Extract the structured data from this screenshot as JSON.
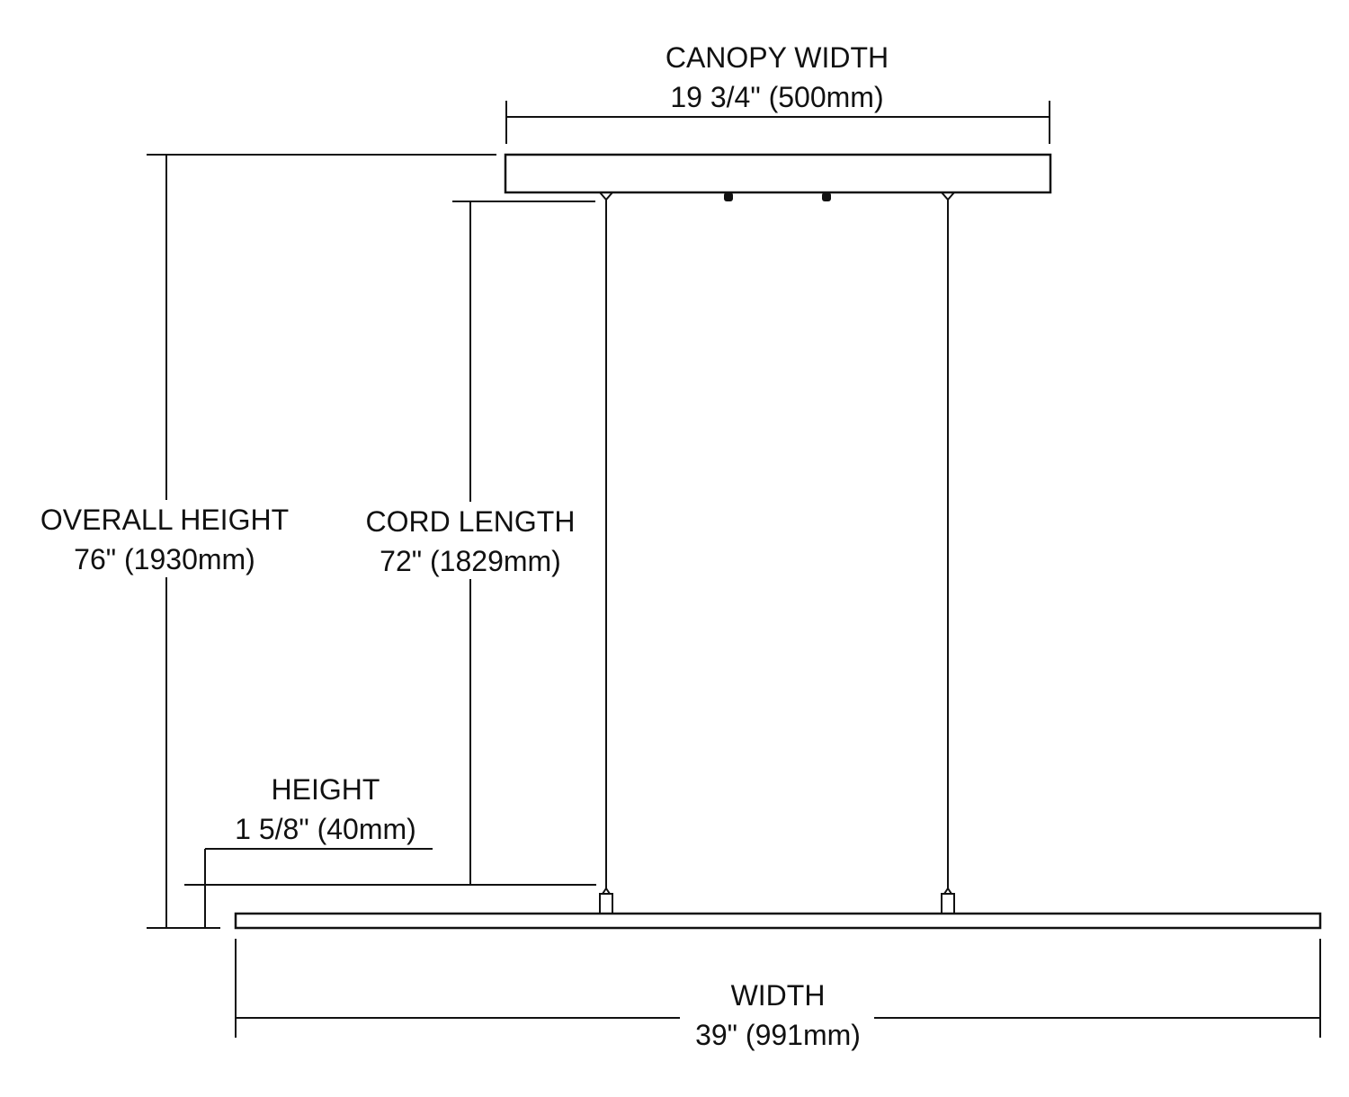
{
  "canopy": {
    "title": "CANOPY WIDTH",
    "value": "19 3/4\" (500mm)"
  },
  "overall_height": {
    "title": "OVERALL HEIGHT",
    "value": "76\" (1930mm)"
  },
  "cord_length": {
    "title": "CORD LENGTH",
    "value": "72\" (1829mm)"
  },
  "height": {
    "title": "HEIGHT",
    "value": "1 5/8\" (40mm)"
  },
  "width": {
    "title": "WIDTH",
    "value": "39\" (991mm)"
  },
  "colors": {
    "line": "#111111",
    "background": "#ffffff"
  }
}
